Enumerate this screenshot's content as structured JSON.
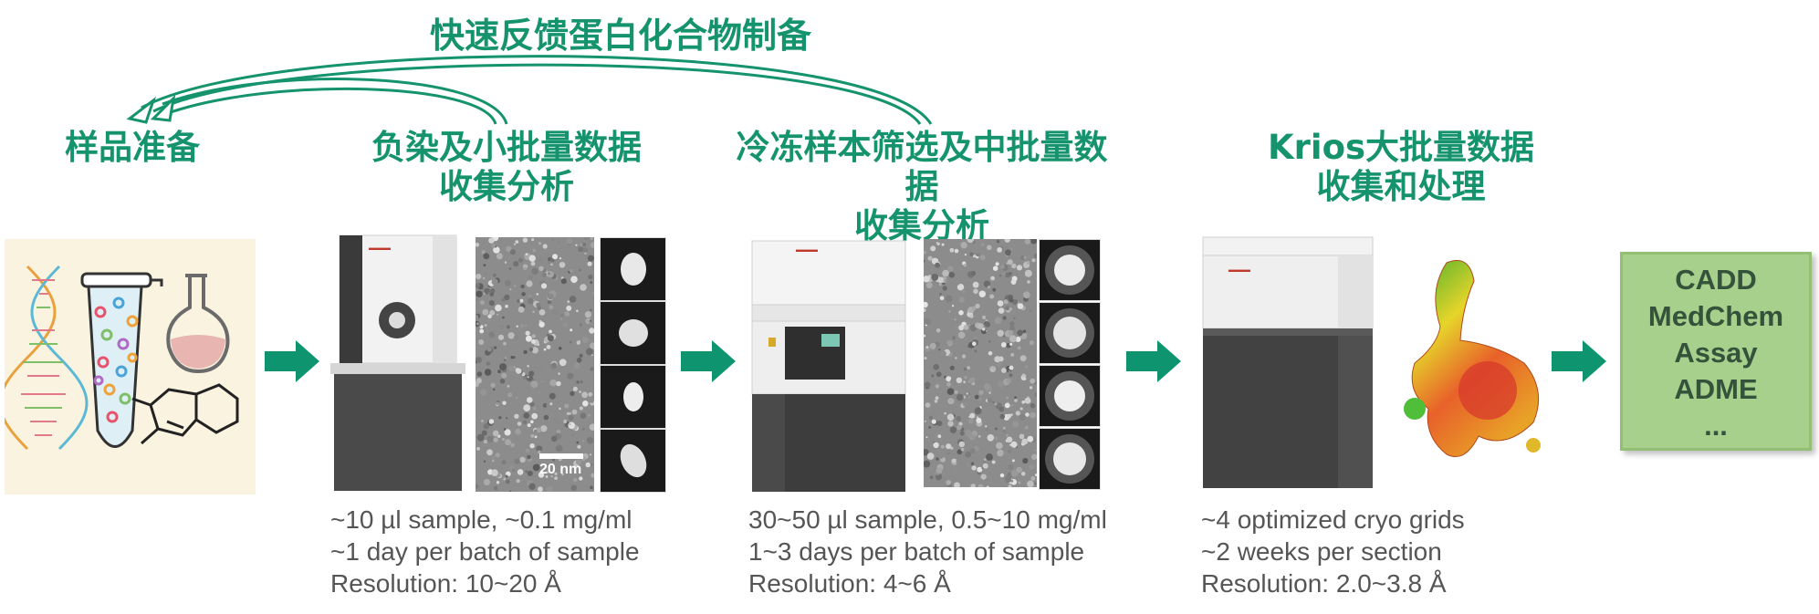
{
  "feedback_title": "快速反馈蛋白化合物制备",
  "stages": [
    {
      "title_lines": [
        "样品准备"
      ]
    },
    {
      "title_lines": [
        "负染及小批量数据",
        "收集分析"
      ],
      "details": [
        "~10 µl sample, ~0.1 mg/ml",
        "~1 day per batch of sample",
        "Resolution: 10~20 Å"
      ],
      "scale_bar": "20 nm"
    },
    {
      "title_lines": [
        "冷冻样本筛选及中批量数据",
        "收集分析"
      ],
      "details": [
        "30~50 µl sample, 0.5~10 mg/ml",
        "1~3 days per batch of sample",
        "Resolution: 4~6 Å"
      ]
    },
    {
      "title_lines": [
        "Krios大批量数据",
        "收集和处理"
      ],
      "details": [
        "~4 optimized cryo grids",
        "~2 weeks per section",
        "Resolution: 2.0~3.8 Å"
      ]
    }
  ],
  "outcome_items": [
    "CADD",
    "MedChem",
    "Assay",
    "ADME",
    "..."
  ],
  "colors": {
    "accent": "#14936c",
    "arrow": "#0f9470",
    "outcome_bg": "#a8d08d"
  }
}
